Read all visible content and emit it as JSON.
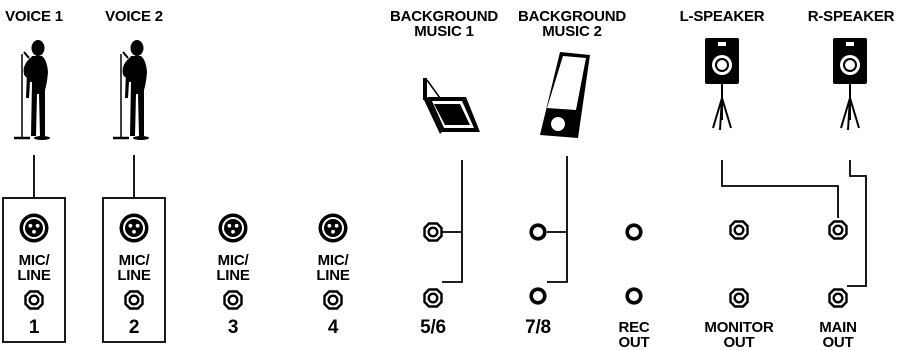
{
  "sources": {
    "voice1": "VOICE 1",
    "voice2": "VOICE 2",
    "bgm1": "BACKGROUND\nMUSIC 1",
    "bgm2": "BACKGROUND\nMUSIC 2",
    "lspeaker": "L-SPEAKER",
    "rspeaker": "R-SPEAKER"
  },
  "inputs": {
    "ch1": {
      "type": "MIC/\nLINE",
      "number": "1"
    },
    "ch2": {
      "type": "MIC/\nLINE",
      "number": "2"
    },
    "ch3": {
      "type": "MIC/\nLINE",
      "number": "3"
    },
    "ch4": {
      "type": "MIC/\nLINE",
      "number": "4"
    },
    "ch56": "5/6",
    "ch78": "7/8"
  },
  "outputs": {
    "rec": "REC\nOUT",
    "monitor": "MONITOR\nOUT",
    "main": "MAIN\nOUT"
  },
  "icons": {
    "singer": "singer-with-mic-stand-icon",
    "laptop": "laptop-icon",
    "player": "portable-music-player-icon",
    "speaker": "speaker-on-tripod-icon",
    "xlr": "xlr-jack-icon",
    "trs": "trs-jack-icon",
    "rca": "rca-jack-icon"
  }
}
